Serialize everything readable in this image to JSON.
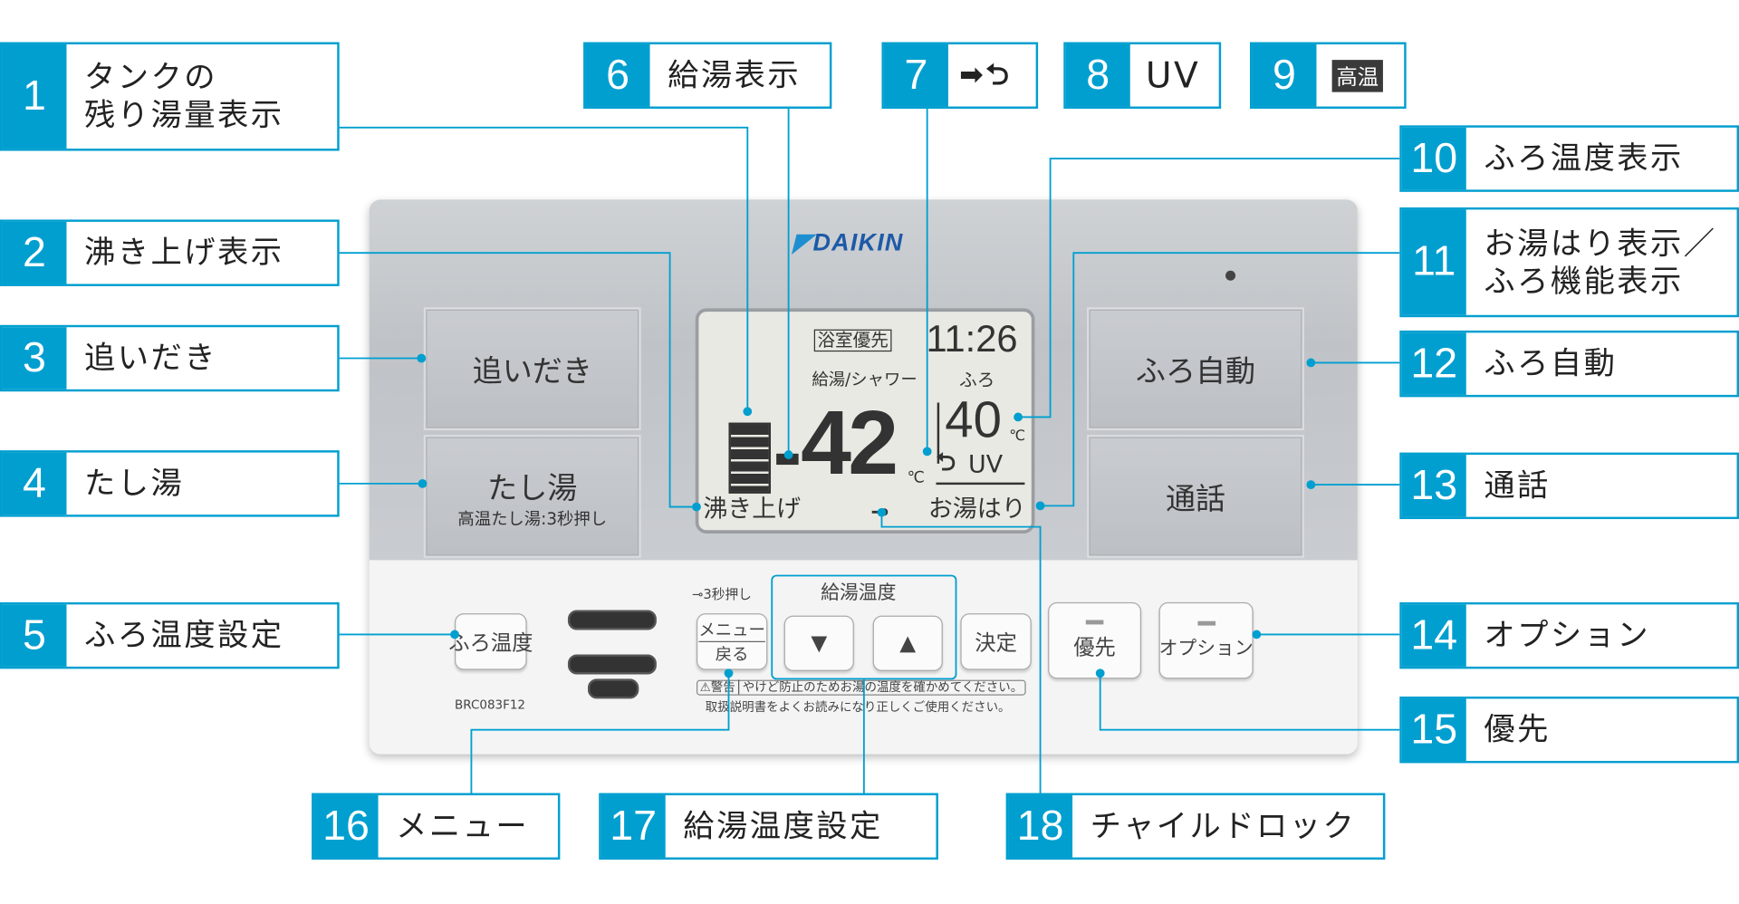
{
  "labels": [
    {
      "n": "1",
      "text": "タンクの\n残り湯量表示"
    },
    {
      "n": "2",
      "text": "沸き上げ表示"
    },
    {
      "n": "3",
      "text": "追いだき"
    },
    {
      "n": "4",
      "text": "たし湯"
    },
    {
      "n": "5",
      "text": "ふろ温度設定"
    },
    {
      "n": "6",
      "text": "給湯表示"
    },
    {
      "n": "7",
      "icon": "arrow-return-icon"
    },
    {
      "n": "8",
      "text": "UV"
    },
    {
      "n": "9",
      "badge": "高温"
    },
    {
      "n": "10",
      "text": "ふろ温度表示"
    },
    {
      "n": "11",
      "text": "お湯はり表示／\nふろ機能表示"
    },
    {
      "n": "12",
      "text": "ふろ自動"
    },
    {
      "n": "13",
      "text": "通話"
    },
    {
      "n": "14",
      "text": "オプション"
    },
    {
      "n": "15",
      "text": "優先"
    },
    {
      "n": "16",
      "text": "メニュー"
    },
    {
      "n": "17",
      "text": "給湯温度設定"
    },
    {
      "n": "18",
      "text": "チャイルドロック"
    }
  ],
  "device": {
    "brand": "DAIKIN",
    "model": "BRC083F12",
    "buttons": {
      "oidaki": "追いだき",
      "tashiyu": "たし湯",
      "tashiyu_sub": "高温たし湯:3秒押し",
      "furo_auto": "ふろ自動",
      "tsuwa": "通話",
      "furo_temp": "ふろ温度",
      "menu": "メニュー",
      "back": "戻る",
      "kyuto_group": "給湯温度",
      "down": "▼",
      "up": "▲",
      "kettei": "決定",
      "yusen": "優先",
      "option": "オプション"
    },
    "lock_hint": "3秒押し",
    "warning_label": "警告",
    "warning_text": "やけど防止のためお湯の温度を確かめてください。",
    "manual_text": "取扱説明書をよくお読みになり正しくご使用ください。"
  },
  "lcd": {
    "priority": "浴室優先",
    "time": "11:26",
    "kyuto_label": "給湯/シャワー",
    "kyuto_temp": "42",
    "unit": "℃",
    "furo_label": "ふろ",
    "furo_temp": "40",
    "uv": "UV",
    "wakiage": "沸き上げ",
    "oyuhari": "お湯はり"
  },
  "colors": {
    "accent": "#009fd0"
  }
}
